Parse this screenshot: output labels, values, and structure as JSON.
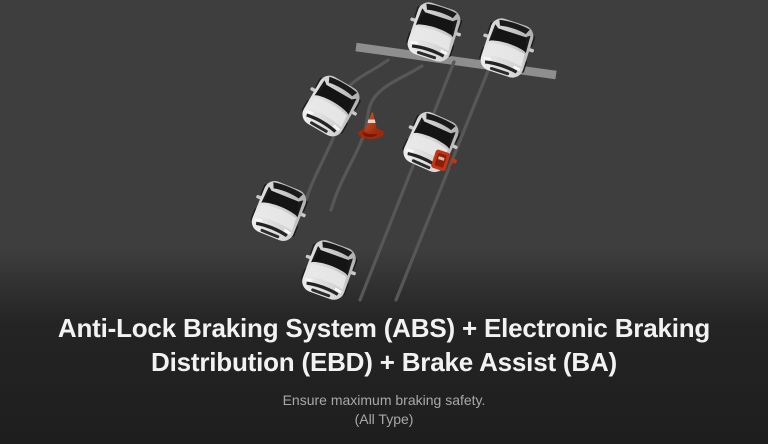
{
  "slide": {
    "title_line1": "Anti-Lock Braking System (ABS) + Electronic Braking",
    "title_line2": "Distribution (EBD) + Brake Assist (BA)",
    "subtitle": "Ensure maximum braking safety.",
    "subtitle_note": "(All Type)"
  },
  "scene": {
    "illustration": "abs-ebd-brake-assist-comparison",
    "elements": [
      "car-top-left-lane",
      "car-top-right-lane",
      "car-swerving-around-cone",
      "car-after-swerve",
      "car-stopped",
      "car-skidding-into-cone",
      "traffic-cone",
      "crushed-traffic-cone",
      "brake-start-line",
      "swerve-tire-tracks",
      "straight-skid-tracks"
    ]
  },
  "colors": {
    "background_top": "#3e3e3e",
    "background_bottom": "#1e1e1e",
    "title_text": "#f2f2f2",
    "subtitle_text": "#a8a8a8",
    "road_marking": "#8e8e8e",
    "tire_track": "#575757",
    "car_body_light": "#f0f0f0",
    "car_body_dark": "#adadad",
    "car_glass": "#161616",
    "cone_orange": "#cf4f1e",
    "cone_red": "#c63512",
    "splash_red": "#b02400"
  }
}
